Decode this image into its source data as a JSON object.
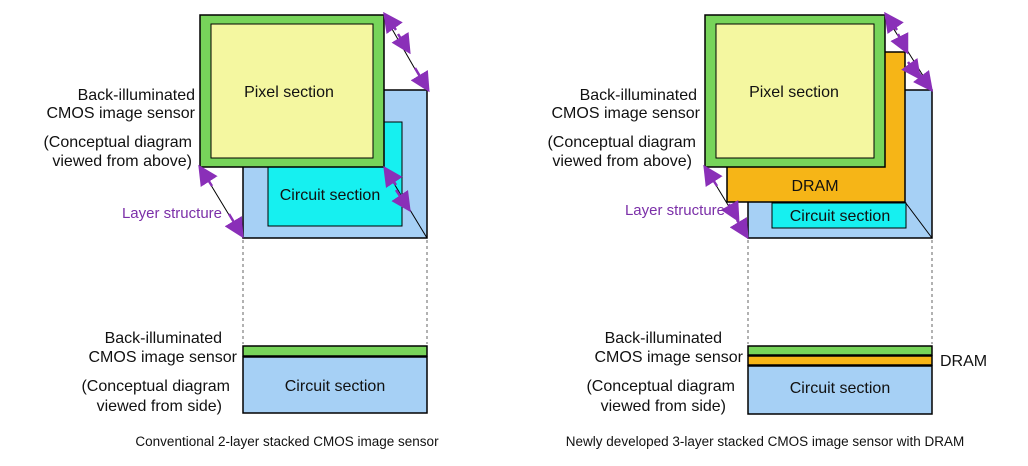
{
  "colors": {
    "green": "#77d45a",
    "yellow": "#f4f7a0",
    "blue": "#a6d0f5",
    "cyan": "#16f0f0",
    "dram": "#f6b517",
    "purple": "#8a2fb8",
    "outline": "#000000"
  },
  "left": {
    "top_label_line1": "Back-illuminated",
    "top_label_line2": "CMOS image sensor",
    "top_label_line3": "(Conceptual diagram",
    "top_label_line4": "viewed from above)",
    "pixel_section": "Pixel section",
    "circuit_section": "Circuit section",
    "layer_structure": "Layer structure",
    "side_label_line1": "Back-illuminated",
    "side_label_line2": "CMOS image sensor",
    "side_label_line3": "(Conceptual diagram",
    "side_label_line4": "viewed from side)",
    "side_circuit_section": "Circuit section",
    "caption": "Conventional 2-layer stacked CMOS image sensor"
  },
  "right": {
    "top_label_line1": "Back-illuminated",
    "top_label_line2": "CMOS image sensor",
    "top_label_line3": "(Conceptual diagram",
    "top_label_line4": "viewed from above)",
    "pixel_section": "Pixel section",
    "dram": "DRAM",
    "circuit_section": "Circuit section",
    "layer_structure": "Layer structure",
    "side_label_line1": "Back-illuminated",
    "side_label_line2": "CMOS image sensor",
    "side_label_line3": "(Conceptual diagram",
    "side_label_line4": "viewed from side)",
    "side_circuit_section": "Circuit section",
    "side_dram": "DRAM",
    "caption": "Newly developed 3-layer stacked CMOS image sensor with DRAM"
  }
}
